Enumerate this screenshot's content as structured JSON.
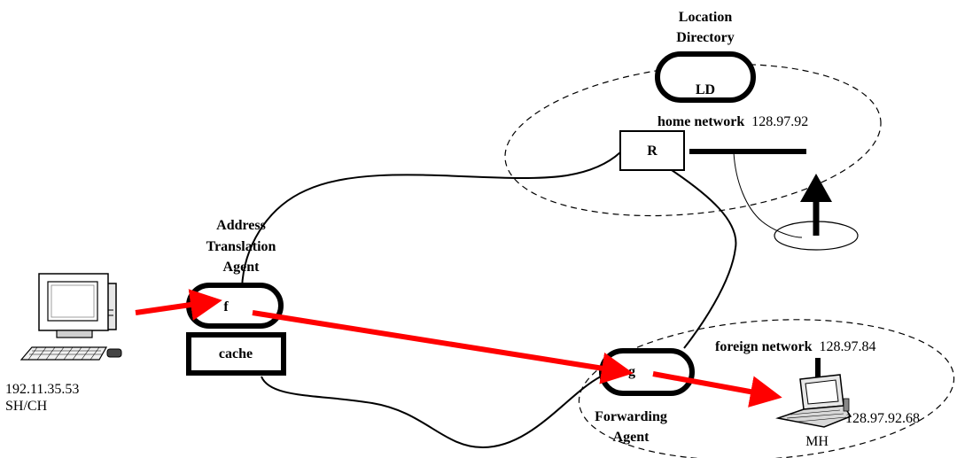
{
  "labels": {
    "location_directory_line1": "Location",
    "location_directory_line2": "Directory",
    "ld": "LD",
    "home_network_name": "home network",
    "home_network_addr": "128.97.92",
    "router": "R",
    "ata_line1": "Address",
    "ata_line2": "Translation",
    "ata_line3": "Agent",
    "f": "f",
    "cache": "cache",
    "g": "g",
    "foreign_network_name": "foreign network",
    "foreign_network_addr": "128.97.84",
    "forwarding_line1": "Forwarding",
    "forwarding_line2": "Agent",
    "mh_addr": "128.97.92.68",
    "mh": "MH",
    "host_addr": "192.11.35.53",
    "host_name": "SH/CH"
  },
  "colors": {
    "arrow": "#ff0000",
    "line": "#000000"
  },
  "icons": {
    "host": "desktop-computer-icon",
    "mobile": "laptop-icon"
  }
}
